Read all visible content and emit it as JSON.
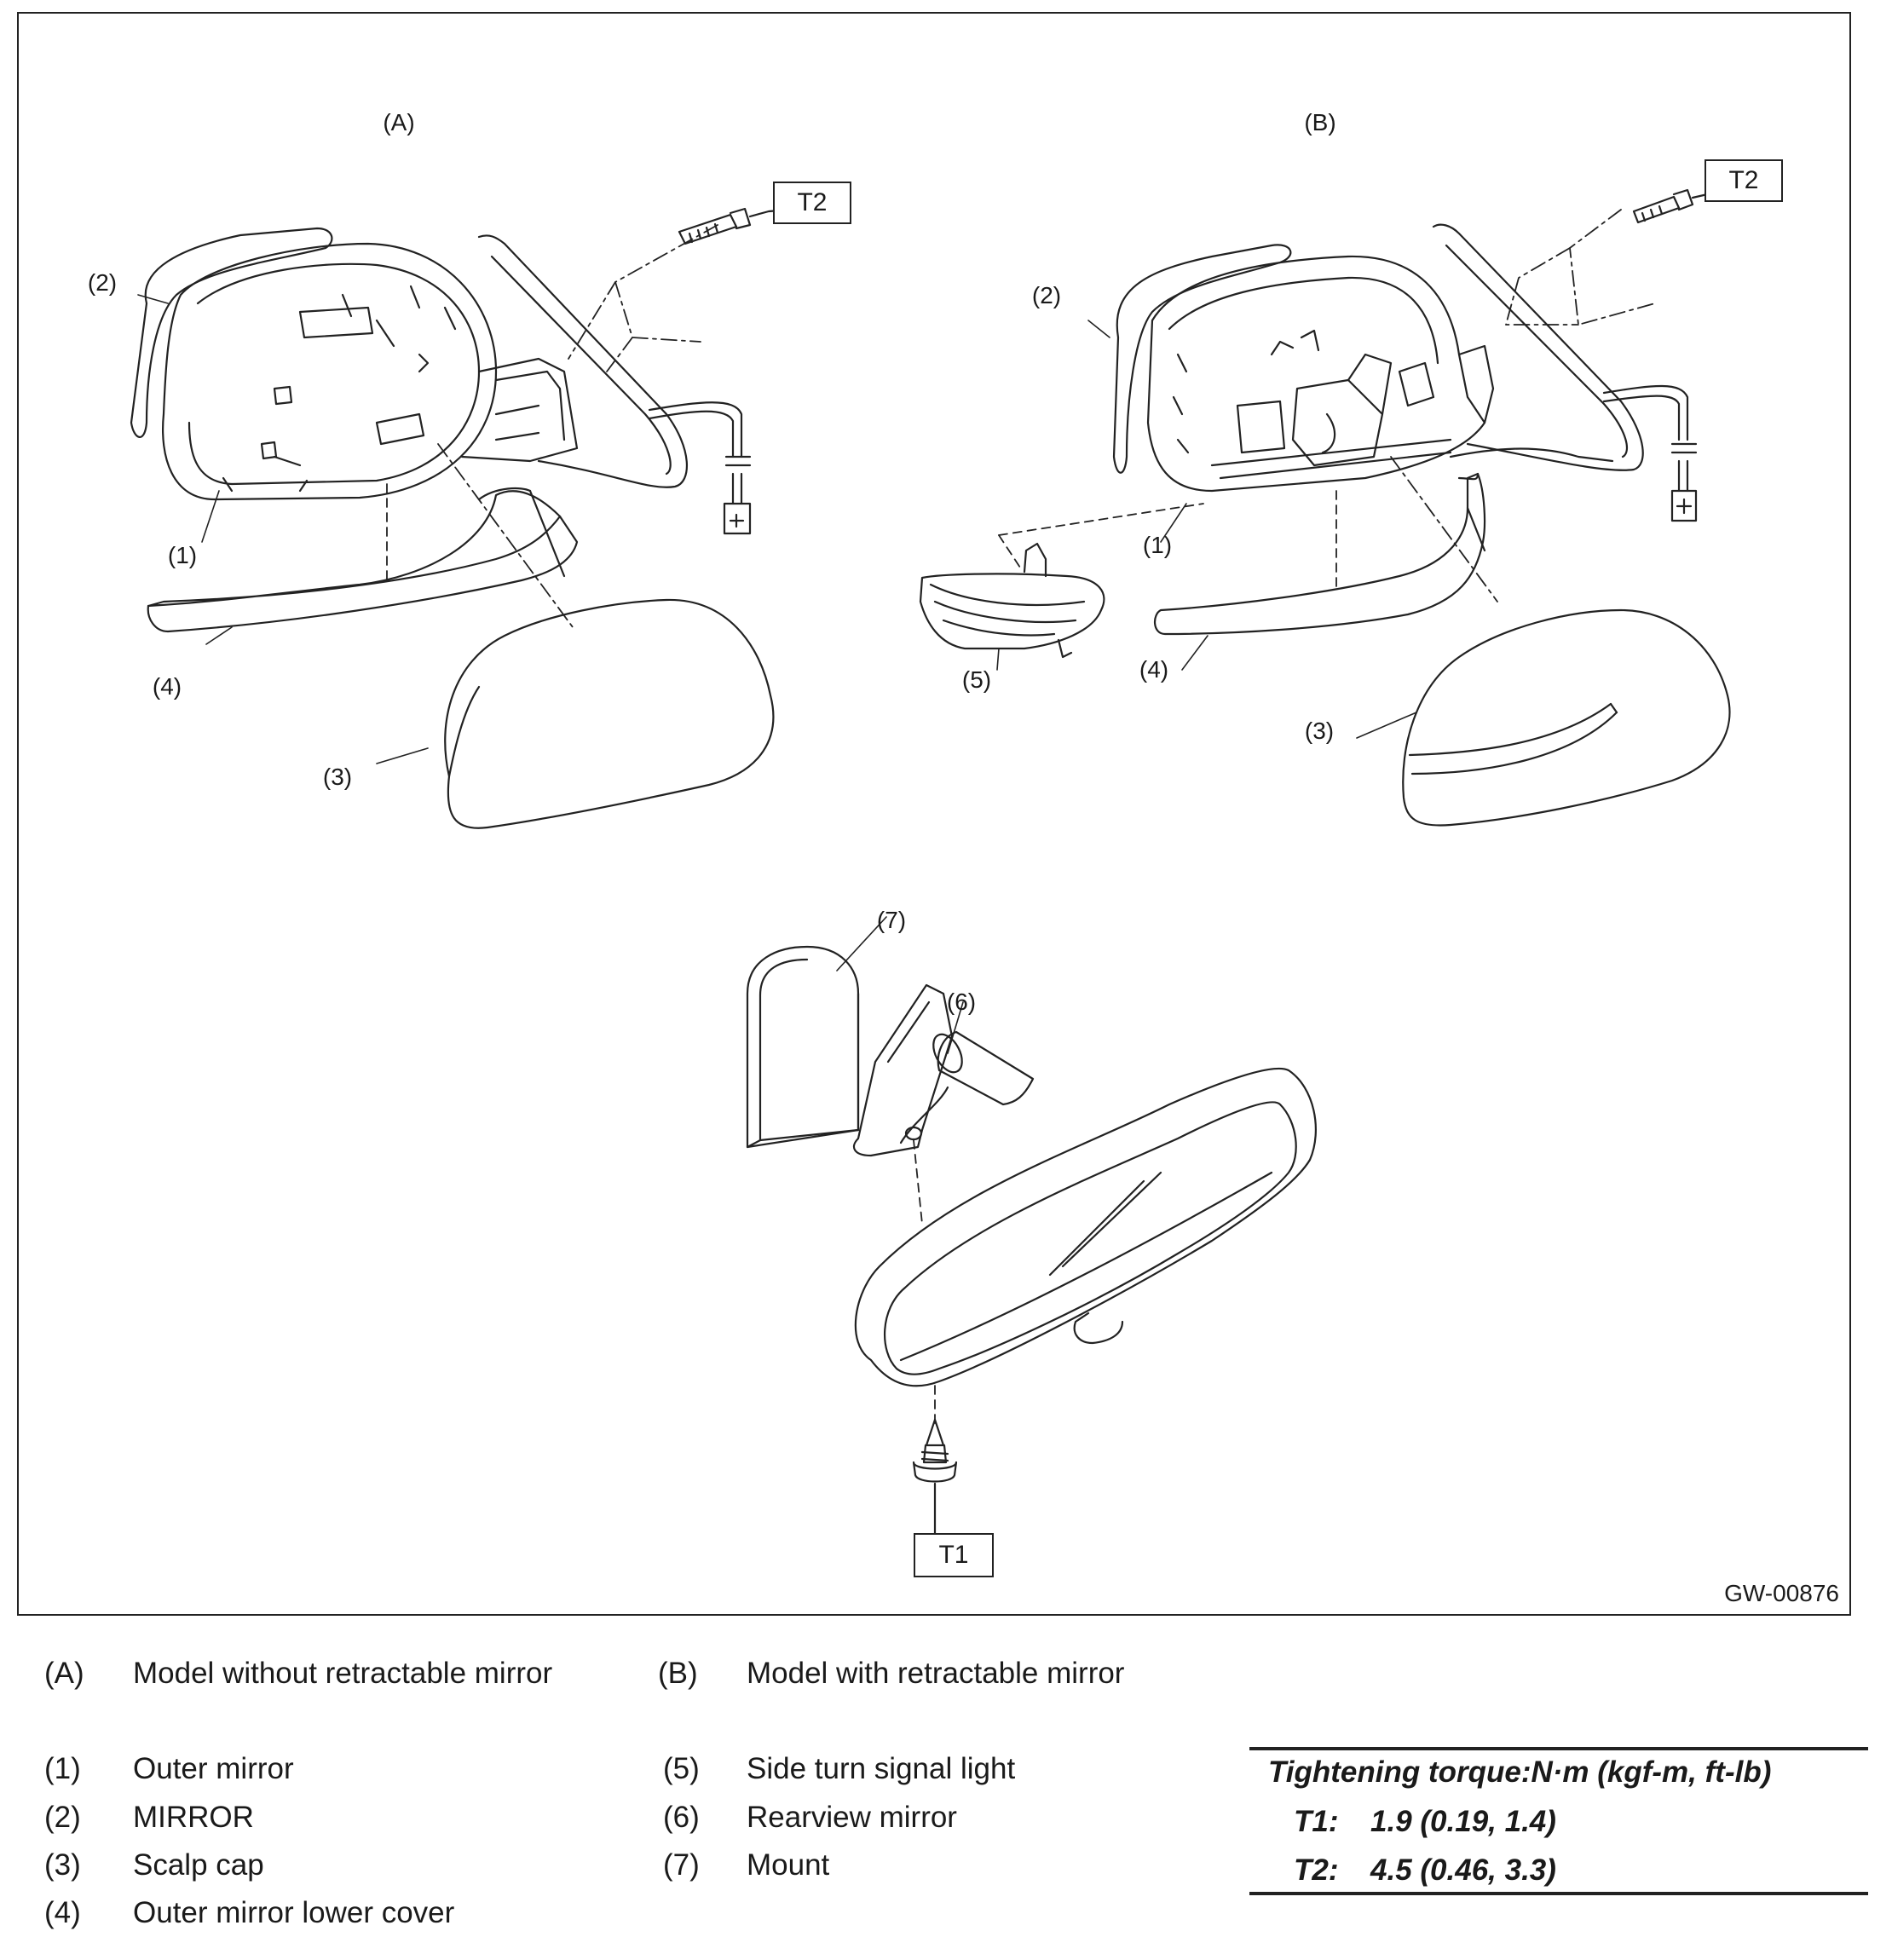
{
  "figure": {
    "code": "GW-00876",
    "views": [
      {
        "id": "A",
        "label": "(A)"
      },
      {
        "id": "B",
        "label": "(B)"
      }
    ],
    "callouts": {
      "a1": "(1)",
      "a2": "(2)",
      "a3": "(3)",
      "a4": "(4)",
      "b1": "(1)",
      "b2": "(2)",
      "b3": "(3)",
      "b4": "(4)",
      "b5": "(5)",
      "c6": "(6)",
      "c7": "(7)"
    },
    "torque_boxes": {
      "a_t2": "T2",
      "b_t2": "T2",
      "c_t1": "T1"
    }
  },
  "legend": {
    "models": [
      {
        "code": "(A)",
        "text": "Model without retractable mirror"
      },
      {
        "code": "(B)",
        "text": "Model with retractable mirror"
      }
    ],
    "parts_left": [
      {
        "code": "(1)",
        "text": "Outer mirror"
      },
      {
        "code": "(2)",
        "text": "MIRROR"
      },
      {
        "code": "(3)",
        "text": "Scalp cap"
      },
      {
        "code": "(4)",
        "text": "Outer mirror lower cover"
      }
    ],
    "parts_right": [
      {
        "code": "(5)",
        "text": "Side turn signal light"
      },
      {
        "code": "(6)",
        "text": "Rearview mirror"
      },
      {
        "code": "(7)",
        "text": "Mount"
      }
    ]
  },
  "torque_table": {
    "title": "Tightening torque:N·m (kgf-m, ft-lb)",
    "rows": [
      {
        "key": "T1:",
        "value": "1.9 (0.19, 1.4)"
      },
      {
        "key": "T2:",
        "value": "4.5 (0.46, 3.3)"
      }
    ]
  }
}
